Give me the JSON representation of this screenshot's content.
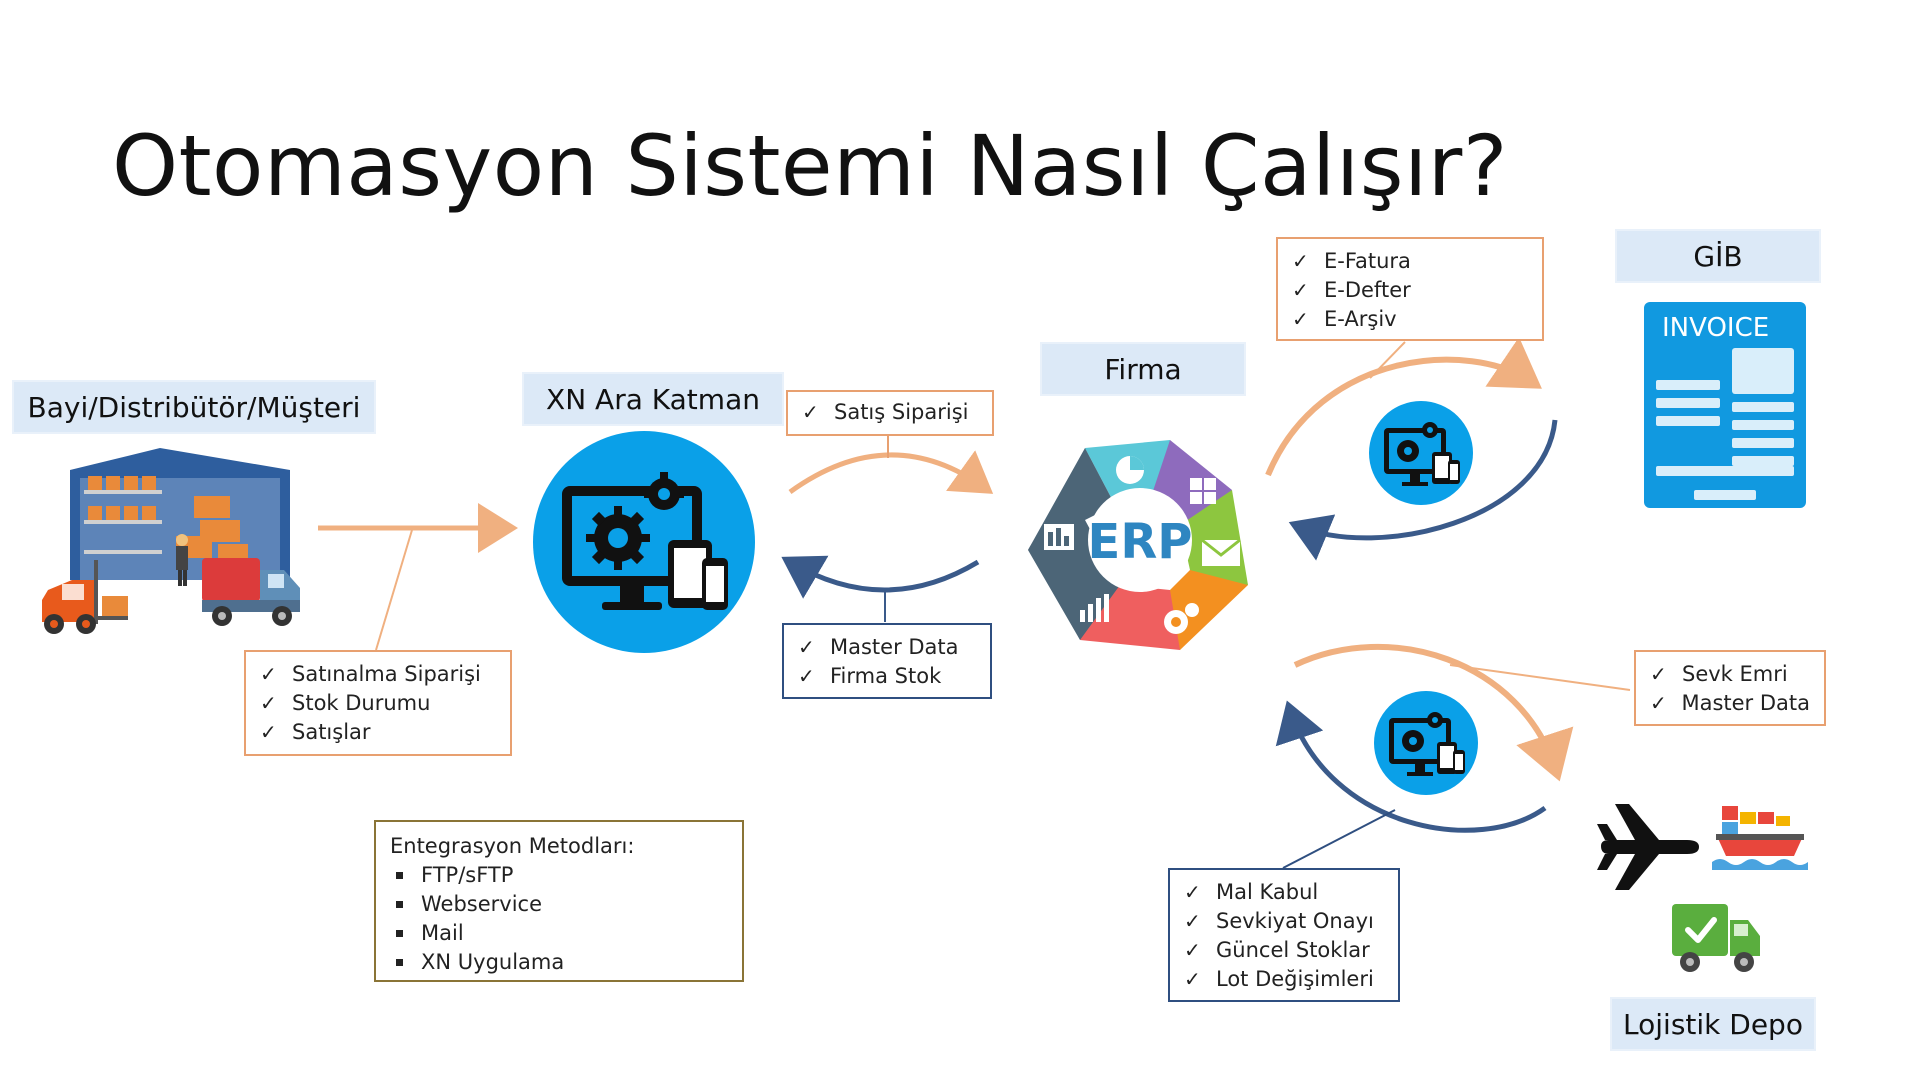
{
  "title": "Otomasyon Sistemi Nasıl Çalışır?",
  "nodes": {
    "bayi": "Bayi/Distribütör/Müşteri",
    "xn": "XN Ara Katman",
    "firma": "Firma",
    "gib": "GİB",
    "lojistik": "Lojistik Depo"
  },
  "erp_label": "ERP",
  "invoice_label": "INVOICE",
  "boxes": {
    "bayi_items": [
      "Satınalma Siparişi",
      "Stok Durumu",
      "Satışlar"
    ],
    "satis": [
      "Satış Siparişi"
    ],
    "master": [
      "Master Data",
      "Firma Stok"
    ],
    "efatura": [
      "E-Fatura",
      "E-Defter",
      "E-Arşiv"
    ],
    "sevk": [
      "Sevk Emri",
      "Master Data"
    ],
    "mal": [
      "Mal Kabul",
      "Sevkiyat Onayı",
      "Güncel Stoklar",
      "Lot Değişimleri"
    ]
  },
  "methods": {
    "heading": "Entegrasyon Metodları:",
    "items": [
      "FTP/sFTP",
      "Webservice",
      "Mail",
      "XN Uygulama"
    ]
  },
  "colors": {
    "orange_arrow": "#f0b080",
    "navy_arrow": "#3a5a8a",
    "circle_blue": "#0aa0e8",
    "erp_teal": "#5bc8d8",
    "erp_purple": "#8e6bbd",
    "erp_green": "#8dc63f",
    "erp_orange": "#f39020",
    "erp_red": "#ef5f5f",
    "erp_slate": "#4c6577",
    "erp_text": "#2e86c1"
  },
  "icons": {
    "warehouse": "warehouse-icon",
    "computer": "computer-gears-icon",
    "invoice": "invoice-icon",
    "plane": "airplane-icon",
    "ship": "cargo-ship-icon",
    "truck": "delivery-truck-icon"
  }
}
